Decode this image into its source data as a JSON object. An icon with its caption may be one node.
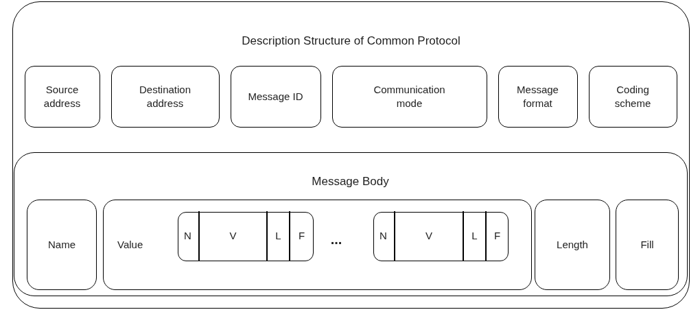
{
  "diagram": {
    "nodes": [
      {
        "text": [
          "Description Structure of Common Protocol"
        ]
      },
      {
        "text": [
          "Source address"
        ],
        "in": 0
      },
      {
        "text": [
          "Destination address"
        ],
        "in": 0
      },
      {
        "text": [
          "Message ID"
        ],
        "in": 0
      },
      {
        "text": [
          "Communication mode"
        ],
        "in": 0
      },
      {
        "text": [
          "Message format"
        ],
        "in": 0
      },
      {
        "text": [
          "Coding scheme"
        ],
        "in": 0
      },
      {
        "text": [
          "Message Body"
        ],
        "in": 0
      },
      {
        "text": [
          "Name"
        ],
        "in": 7
      },
      {
        "text": [
          "Value"
        ],
        "in": 7
      },
      {
        "text": [],
        "shape": "box",
        "in": 9
      },
      {
        "text": [
          "N"
        ],
        "in": 10
      },
      {
        "text": [
          "V"
        ],
        "in": 10
      },
      {
        "text": [
          "L"
        ],
        "in": 10
      },
      {
        "text": [
          "F"
        ],
        "in": 10
      },
      {
        "text": [],
        "shape": "box",
        "in": 9
      },
      {
        "text": [
          "N"
        ],
        "in": 15
      },
      {
        "text": [
          "V"
        ],
        "in": 15
      },
      {
        "text": [
          "L"
        ],
        "in": 15
      },
      {
        "text": [
          "F"
        ],
        "in": 15
      },
      {
        "text": [
          "Length"
        ],
        "in": 7
      },
      {
        "text": [
          "Fill"
        ],
        "in": 7
      }
    ],
    "edges": [],
    "labels": [
      "..."
    ]
  }
}
